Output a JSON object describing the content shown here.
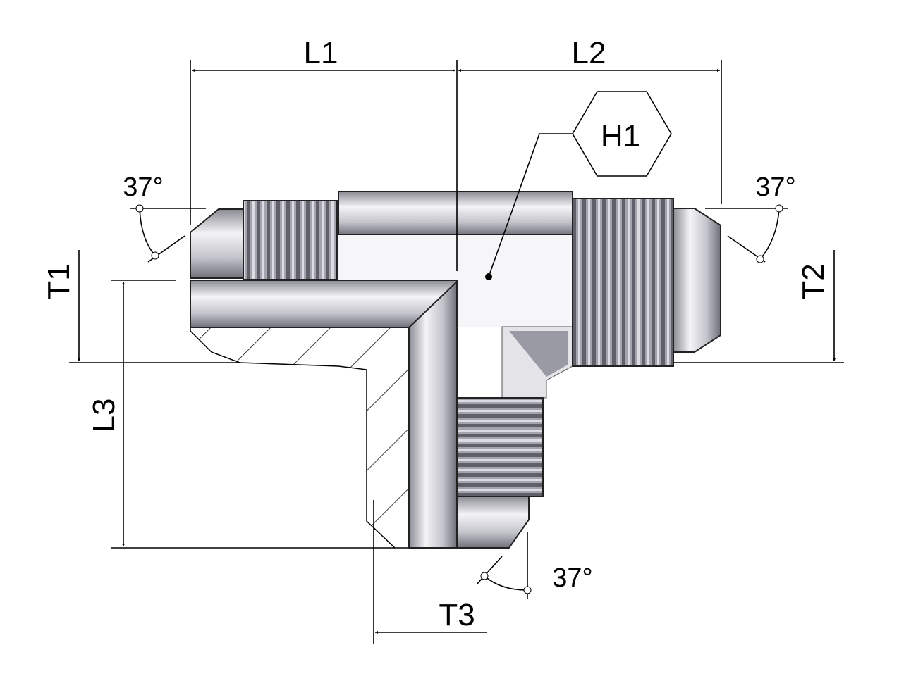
{
  "labels": {
    "l1": "L1",
    "l2": "L2",
    "l3": "L3",
    "t1": "T1",
    "t2": "T2",
    "t3": "T3",
    "h1": "H1",
    "angle_left": "37°",
    "angle_right": "37°",
    "angle_bottom": "37°"
  },
  "colors": {
    "metal_light": "#f2f2f4",
    "metal_mid": "#b4b4bc",
    "metal_dark": "#6e6e78"
  }
}
